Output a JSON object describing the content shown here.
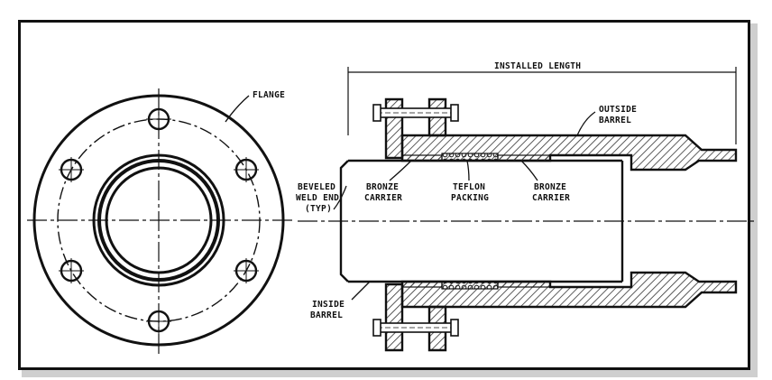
{
  "labels": {
    "flange": "FLANGE",
    "installed_length": "INSTALLED LENGTH",
    "outside_barrel_1": "OUTSIDE",
    "outside_barrel_2": "BARREL",
    "beveled_1": "BEVELED",
    "beveled_2": "WELD END",
    "beveled_3": "(TYP)",
    "bronze_carrier_left_1": "BRONZE",
    "bronze_carrier_left_2": "CARRIER",
    "teflon_1": "TEFLON",
    "teflon_2": "PACKING",
    "bronze_carrier_right_1": "BRONZE",
    "bronze_carrier_right_2": "CARRIER",
    "inside_barrel_1": "INSIDE",
    "inside_barrel_2": "BARREL"
  },
  "colors": {
    "ink": "#111111",
    "hatch": "#333333",
    "frame_shadow": "#cfcfcf"
  }
}
